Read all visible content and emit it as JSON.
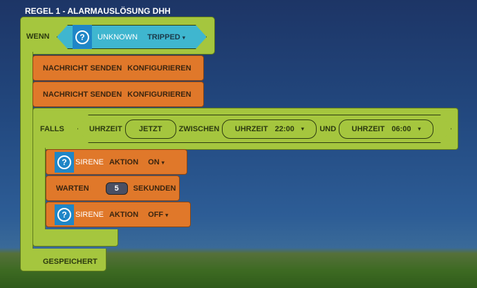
{
  "rule_title": "REGEL 1 - ALARMAUSLÖSUNG DHH",
  "when": {
    "label": "WENN",
    "device": "UNKNOWN",
    "state": "TRIPPED"
  },
  "actions": [
    {
      "label": "NACHRICHT SENDEN",
      "button": "KONFIGURIEREN"
    },
    {
      "label": "NACHRICHT SENDEN",
      "button": "KONFIGURIEREN"
    }
  ],
  "if": {
    "label": "FALLS",
    "time_label": "UHRZEIT",
    "now": "JETZT",
    "between": "ZWISCHEN",
    "from_label": "UHRZEIT",
    "from": "22:00",
    "and": "UND",
    "to_label": "UHRZEIT",
    "to": "06:00"
  },
  "inner": [
    {
      "device": "SIRENE",
      "action_label": "AKTION",
      "value": "ON"
    },
    {
      "wait": "WARTEN",
      "seconds": "5",
      "unit": "SEKUNDEN"
    },
    {
      "device": "SIRENE",
      "action_label": "AKTION",
      "value": "OFF"
    }
  ],
  "status": "GESPEICHERT",
  "icons": {
    "unknown_device": "question-icon",
    "dropdown": "▾"
  }
}
